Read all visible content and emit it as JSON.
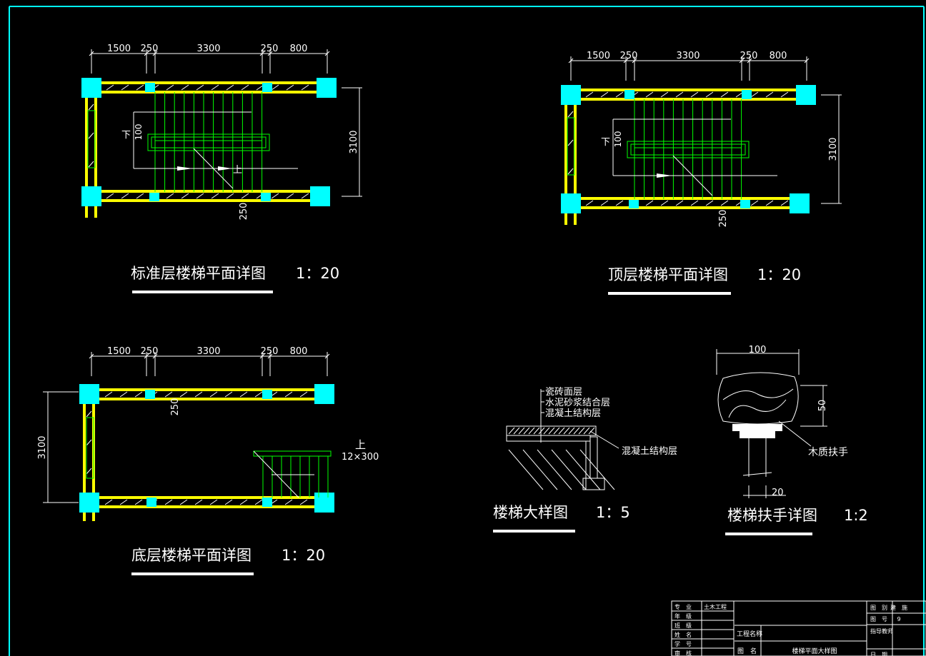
{
  "colors": {
    "background": "#000000",
    "wall": "#ffff00",
    "column": "#00ffff",
    "stair": "#00ff00",
    "line": "#ffffff",
    "frame": "#00ffff"
  },
  "plans": [
    {
      "id": "standard",
      "dims": [
        "1500",
        "250",
        "3300",
        "250",
        "800"
      ],
      "height_dim": "3100",
      "bottom_dim": "250",
      "small_dim": "100",
      "down": "下",
      "up": "上",
      "title": "标准层楼梯平面详图",
      "scale": "1：20"
    },
    {
      "id": "top",
      "dims": [
        "1500",
        "250",
        "3300",
        "250",
        "800"
      ],
      "height_dim": "3100",
      "bottom_dim": "250",
      "small_dim": "100",
      "down": "下",
      "title": "顶层楼梯平面详图",
      "scale": "1：20"
    },
    {
      "id": "ground",
      "dims": [
        "1500",
        "250",
        "3300",
        "250",
        "800"
      ],
      "height_dim": "3100",
      "bottom_dim": "250",
      "up": "上",
      "steps": "12×300",
      "title": "底层楼梯平面详图",
      "scale": "1：20"
    }
  ],
  "detail": {
    "layers": [
      "瓷砖面层",
      "水泥砂浆结合层",
      "混凝土结构层"
    ],
    "side_label": "混凝土结构层",
    "title": "楼梯大样图",
    "scale": "1：5"
  },
  "handrail": {
    "width_dim": "100",
    "height_dim": "50",
    "post_dim": "20",
    "label": "木质扶手",
    "title": "楼梯扶手详图",
    "scale": "1:2"
  },
  "title_block": {
    "left": [
      [
        "专　业",
        "土木工程"
      ],
      [
        "年　级",
        ""
      ],
      [
        "班　级",
        ""
      ],
      [
        "姓　名",
        ""
      ],
      [
        "学　号",
        ""
      ],
      [
        "审　核",
        ""
      ]
    ],
    "project_label": "工程名称",
    "project_value": "",
    "drawing_label": "图　名",
    "drawing_value": "楼梯平面大样图",
    "right": [
      [
        "图　别",
        "建　施"
      ],
      [
        "图　号",
        "9"
      ],
      [
        "指导教师",
        ""
      ],
      [
        "日　期",
        ""
      ]
    ]
  }
}
